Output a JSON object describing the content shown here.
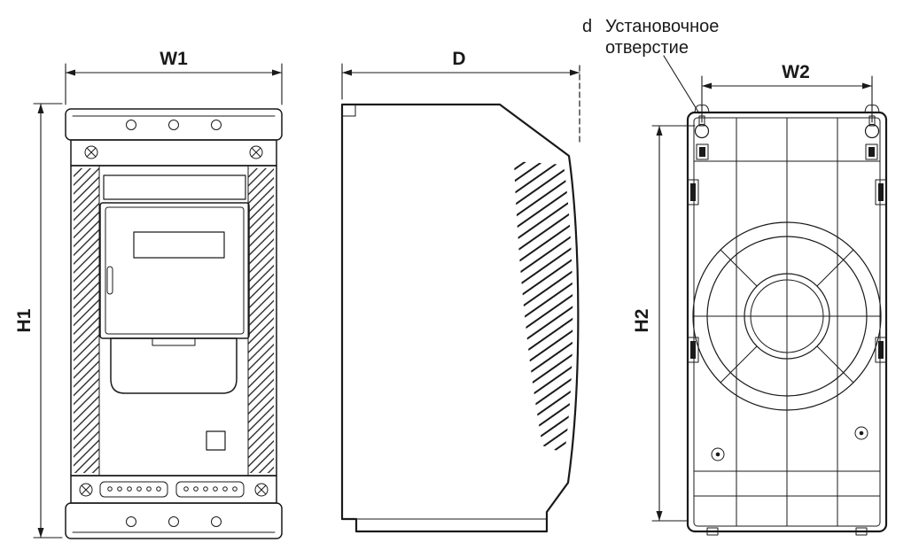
{
  "figure": {
    "colors": {
      "line-color": "#1a1a1a",
      "background": "#ffffff"
    },
    "dimensions": {
      "w1": "W1",
      "h1": "H1",
      "d": "D",
      "w2": "W2",
      "h2": "H2"
    },
    "callout": {
      "symbol": "d",
      "text_line1": "Установочное",
      "text_line2": "отверстие"
    }
  }
}
